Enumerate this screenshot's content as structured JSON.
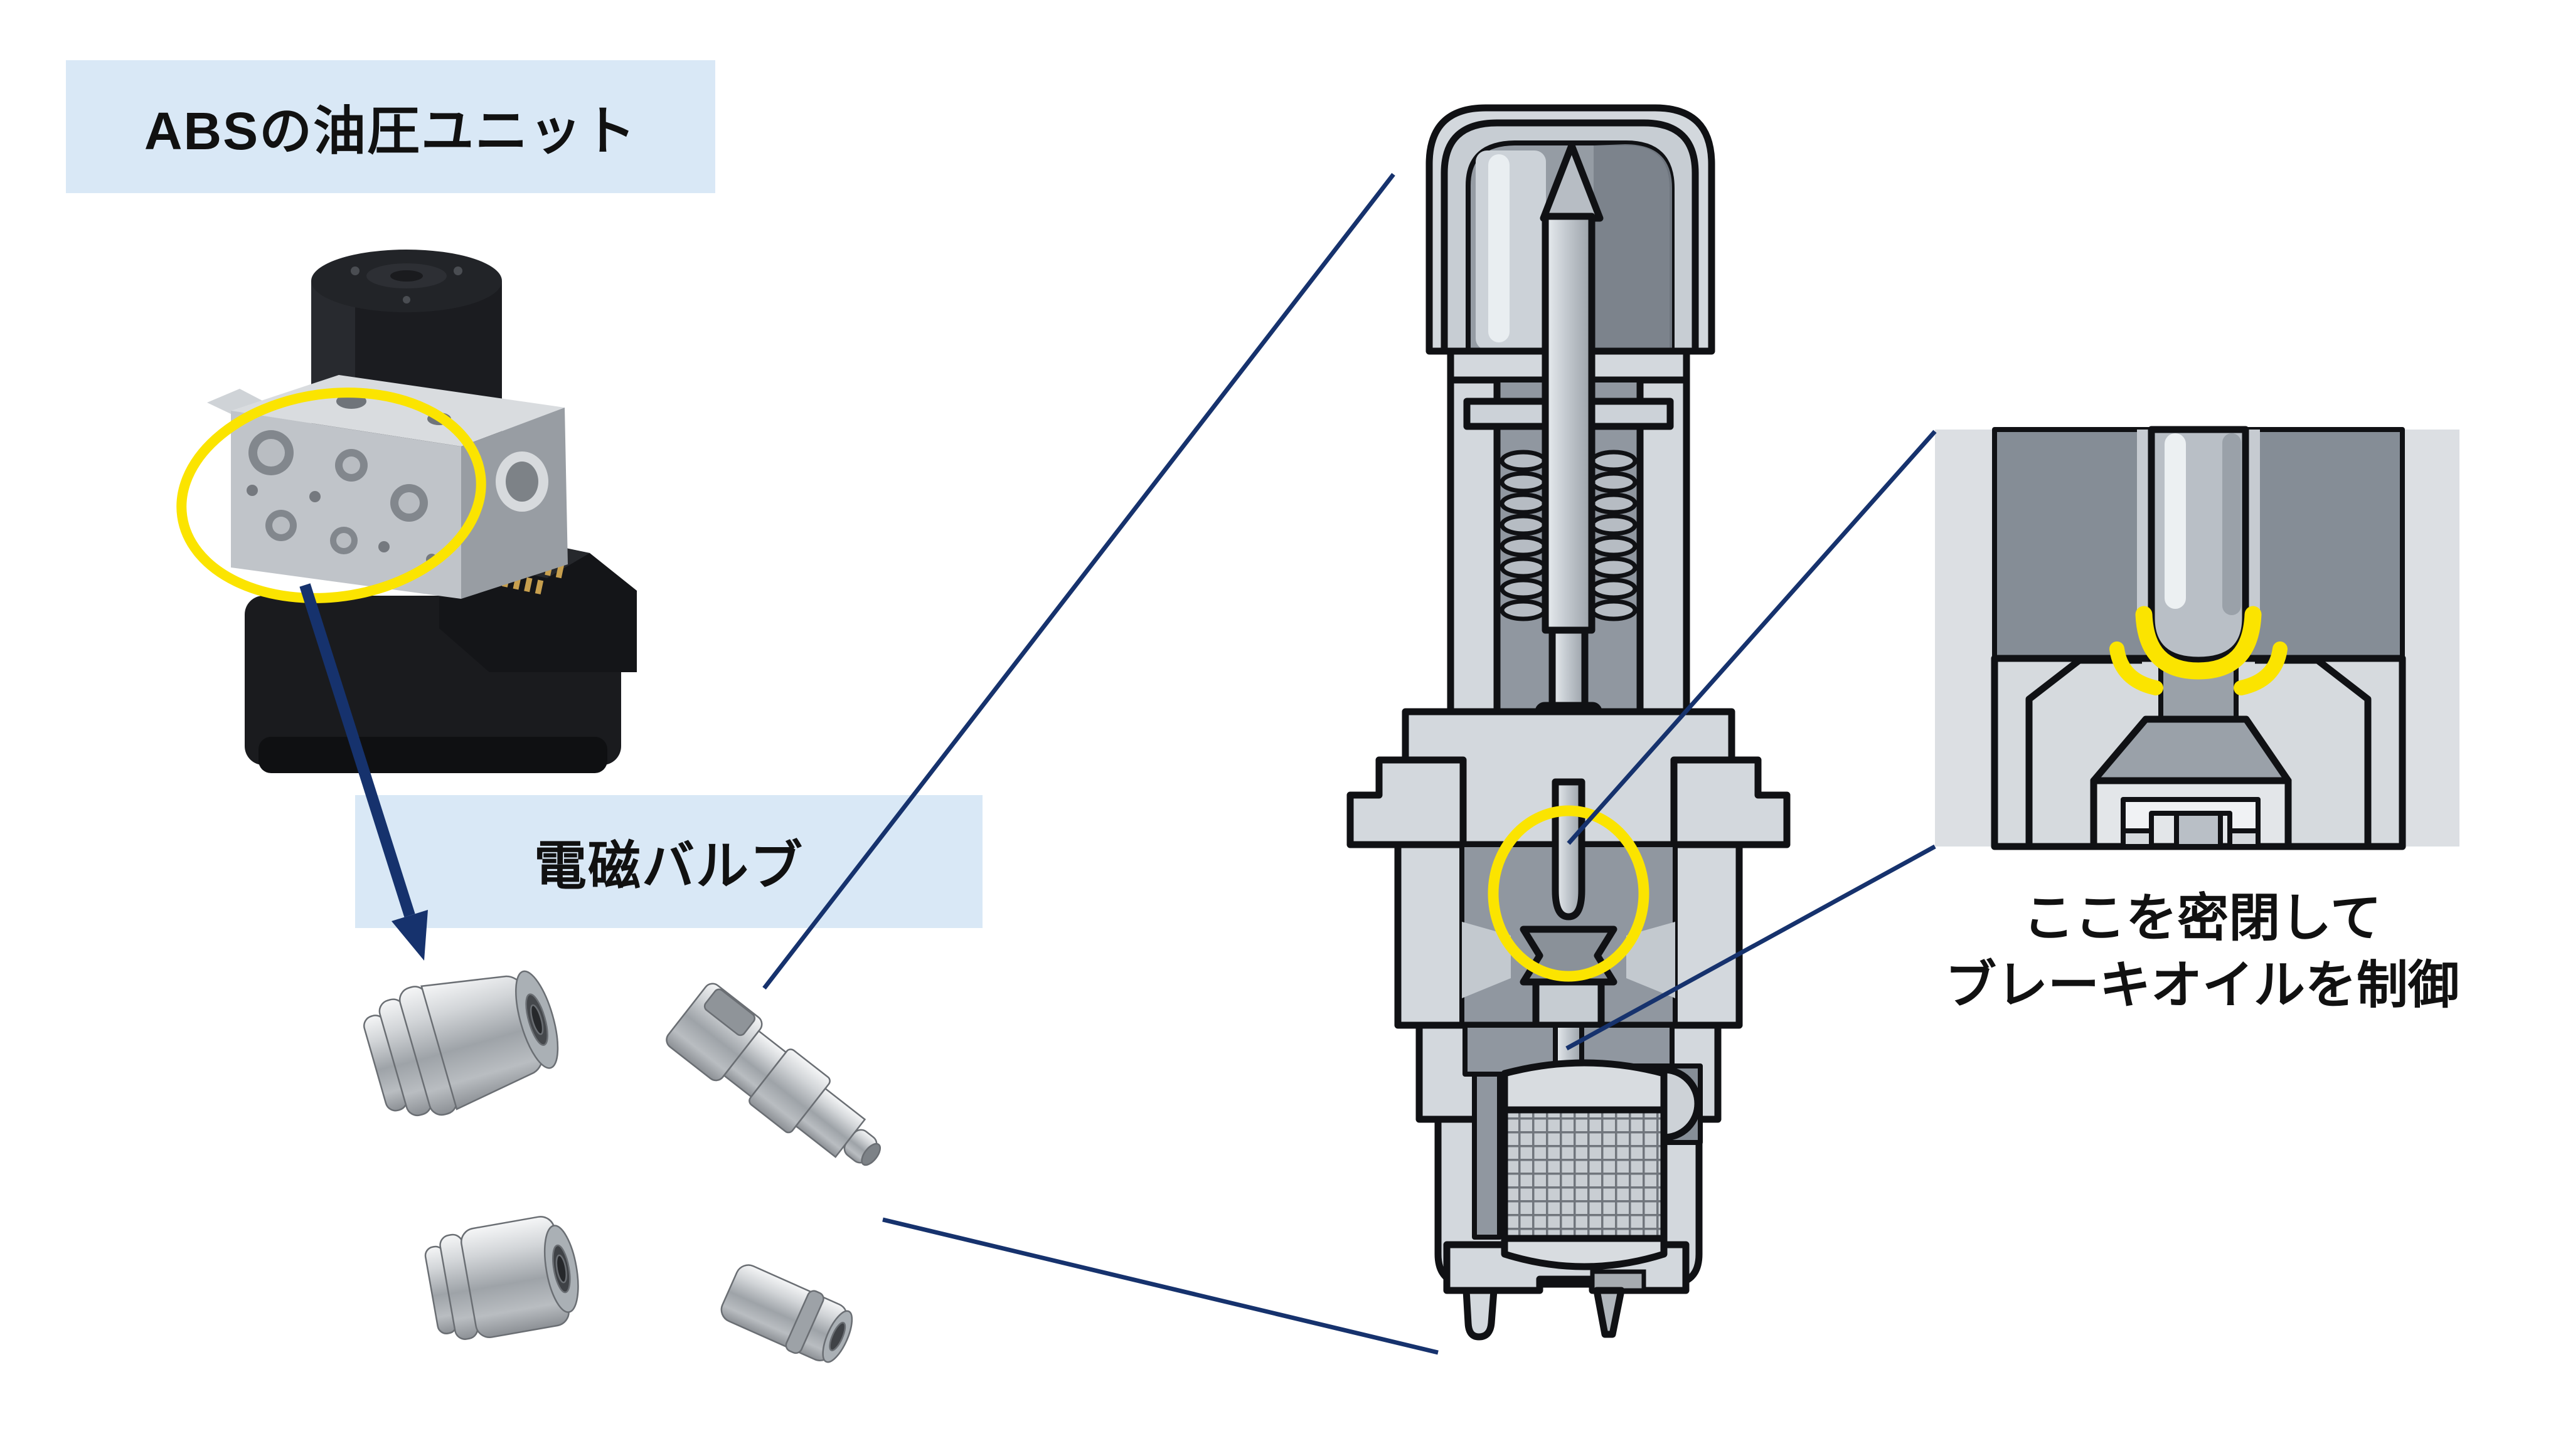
{
  "labels": {
    "abs_unit": "ABSの油圧ユニット",
    "solenoid_valve": "電磁バルブ"
  },
  "inset_caption": {
    "line1": "ここを密閉して",
    "line2": "ブレーキオイルを制御"
  },
  "colors": {
    "label_box_bg": "#d9e8f6",
    "connector_navy": "#16326d",
    "highlight_yellow": "#fbe400",
    "text_black": "#111111",
    "diagram_light_gray": "#d3d8dd",
    "diagram_mid_gray": "#9aa1a9",
    "diagram_dark_gray": "#858d96",
    "outline_black": "#101114"
  },
  "figures": {
    "abs_unit_photo": "abs-hydraulic-unit-photo",
    "valve_parts_photo": "solenoid-valve-parts-photo",
    "cross_section": "solenoid-valve-cross-section",
    "seat_inset": "valve-seat-magnified-inset"
  }
}
